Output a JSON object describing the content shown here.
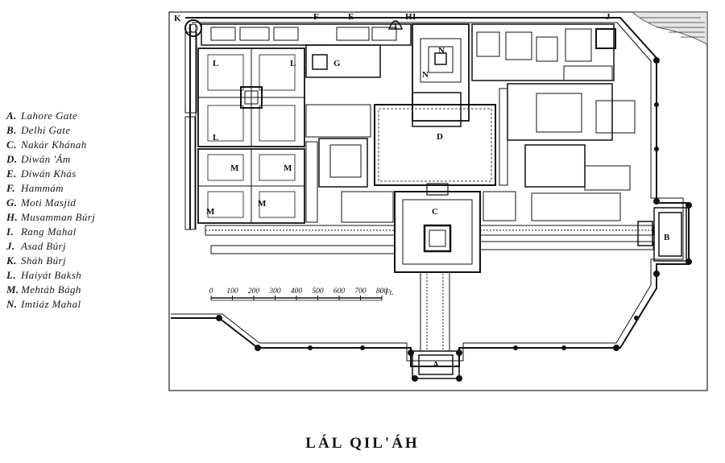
{
  "title": "LÁL QIL'ÁH",
  "legend": [
    {
      "key": "A.",
      "label": "Lahore Gate"
    },
    {
      "key": "B.",
      "label": "Delhi Gate"
    },
    {
      "key": "C.",
      "label": "Nakár Khánah"
    },
    {
      "key": "D.",
      "label": "Diwán 'Ám"
    },
    {
      "key": "E.",
      "label": "Diwán Khás"
    },
    {
      "key": "F.",
      "label": "Hammám"
    },
    {
      "key": "G.",
      "label": "Moti Masjid"
    },
    {
      "key": "H.",
      "label": "Musamman Búrj"
    },
    {
      "key": "I.",
      "label": "Rang Mahal"
    },
    {
      "key": "J.",
      "label": "Asad Búrj"
    },
    {
      "key": "K.",
      "label": "Sháh Búrj"
    },
    {
      "key": "L.",
      "label": "Haiyát Baksh"
    },
    {
      "key": "M.",
      "label": "Mehtáb Bágh"
    },
    {
      "key": "N.",
      "label": "Imtiáz Mahal"
    }
  ],
  "map_labels": {
    "A": "A",
    "B": "B",
    "C": "C",
    "D": "D",
    "E": "E",
    "F": "F",
    "G": "G",
    "H": "H",
    "I": "I",
    "J": "J",
    "K": "K",
    "L": "L",
    "M": "M",
    "N": "N"
  },
  "scale": {
    "ticks": [
      "0",
      "100",
      "200",
      "300",
      "400",
      "500",
      "600",
      "700",
      "800"
    ],
    "unit": "Ft."
  },
  "colors": {
    "ink": "#111111",
    "paper": "#ffffff",
    "water": "#3a3a3a"
  }
}
